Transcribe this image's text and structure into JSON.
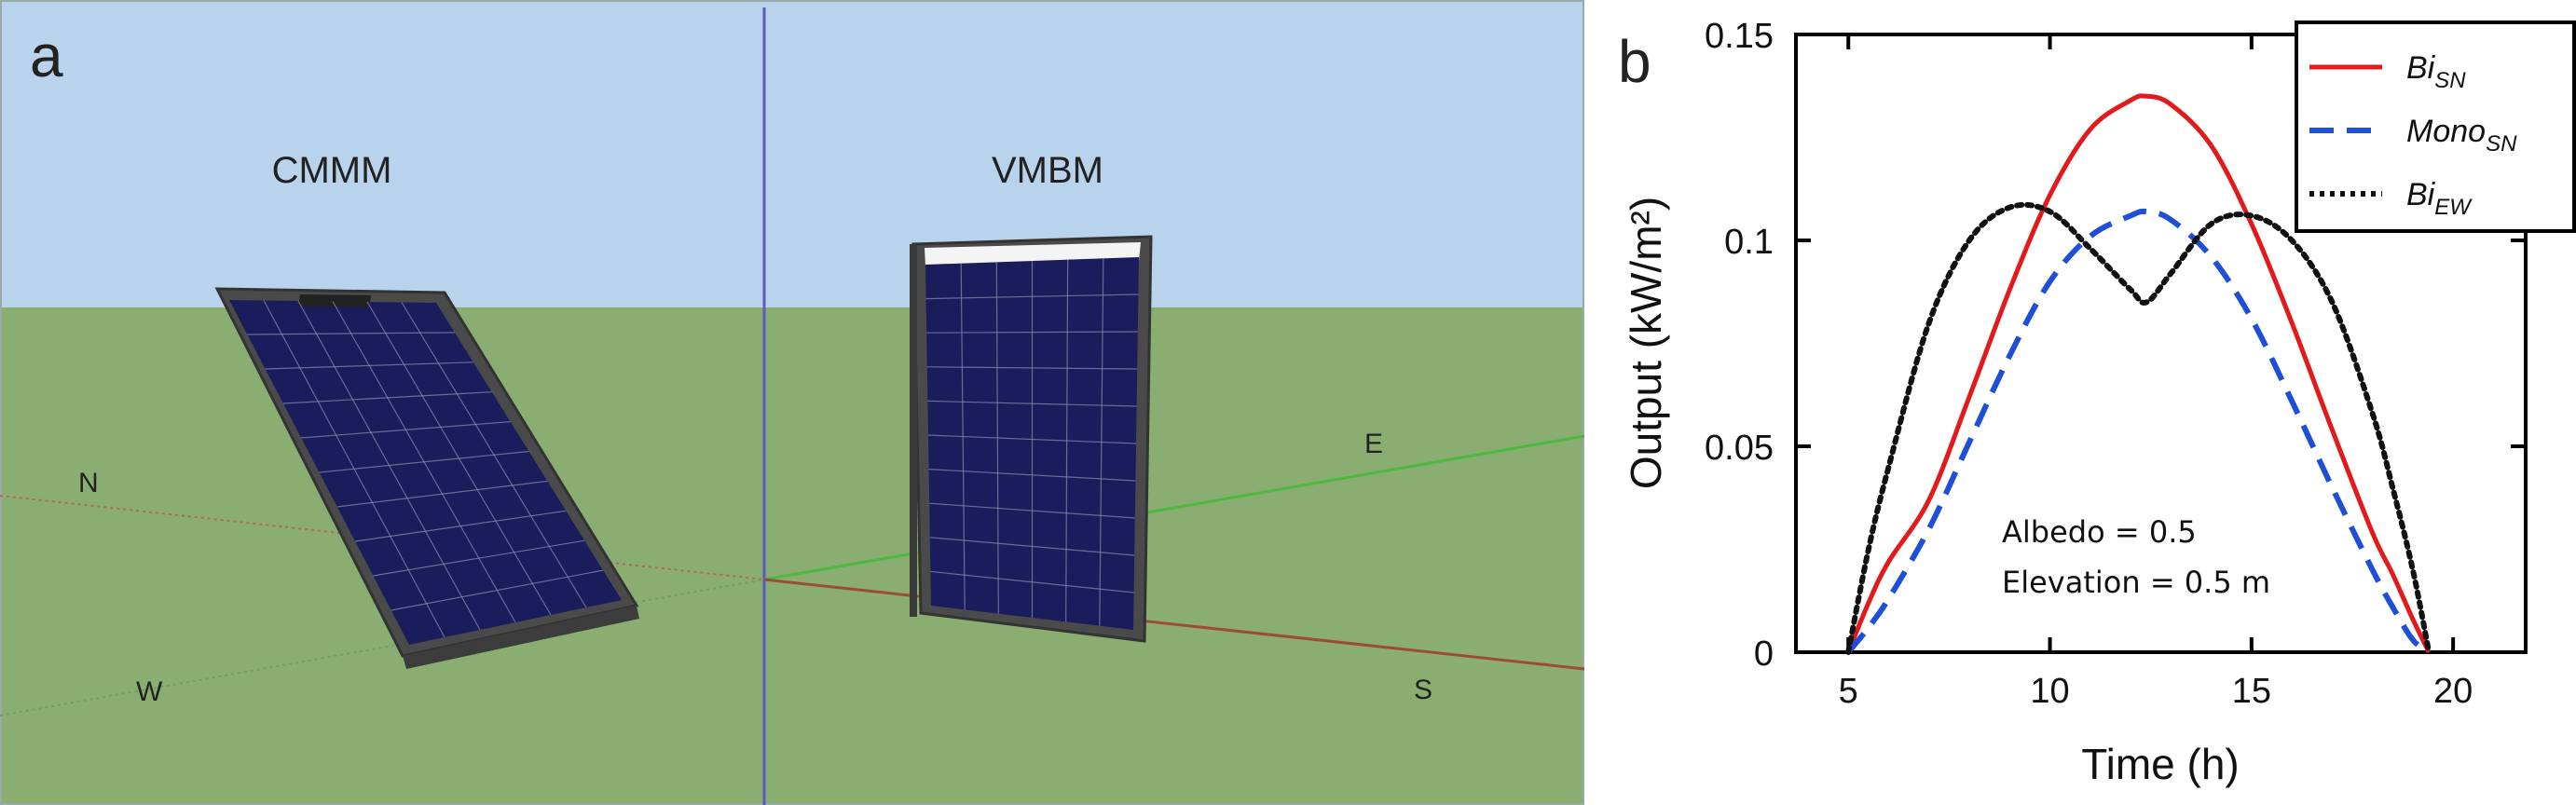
{
  "panel_a": {
    "label": "a",
    "left_title": "CMMM",
    "right_title": "VMBM",
    "compass": {
      "n": "N",
      "w": "W",
      "e": "E",
      "s": "S"
    },
    "colors": {
      "sky": "#b9d3ec",
      "ground": "#8aad72",
      "panel_cells": "#1a1c5c",
      "frame": "#5a5a5a"
    }
  },
  "panel_b": {
    "label": "b",
    "annotation_line1": "Albedo = 0.5",
    "annotation_line2": "Elevation = 0.5 m"
  },
  "chart_data": {
    "type": "line",
    "xlabel": "Time (h)",
    "ylabel": "Output (kW/m²)",
    "xlim": [
      3.7,
      21.8
    ],
    "ylim": [
      0,
      0.15
    ],
    "xticks": [
      5,
      10,
      15,
      20
    ],
    "yticks": [
      0,
      0.05,
      0.1,
      0.15
    ],
    "ytick_labels": [
      "0",
      "0.05",
      "0.1",
      "0.15"
    ],
    "legend_position": "top-right",
    "x": [
      5,
      5.5,
      6,
      7,
      8,
      9,
      10,
      11,
      12,
      12.4,
      13,
      14,
      15,
      16,
      17,
      18,
      18.5,
      19,
      19.4
    ],
    "series": [
      {
        "name": "Bi",
        "sub": "SN",
        "color": "#e31a1c",
        "dash": "solid",
        "values": [
          0,
          0.012,
          0.022,
          0.037,
          0.062,
          0.088,
          0.111,
          0.127,
          0.134,
          0.135,
          0.133,
          0.123,
          0.104,
          0.08,
          0.054,
          0.029,
          0.019,
          0.008,
          0
        ]
      },
      {
        "name": "Mono",
        "sub": "SN",
        "color": "#1f4fd8",
        "dash": "dashed",
        "values": [
          0,
          0.006,
          0.013,
          0.03,
          0.051,
          0.072,
          0.09,
          0.101,
          0.106,
          0.107,
          0.105,
          0.096,
          0.081,
          0.061,
          0.04,
          0.02,
          0.011,
          0.003,
          0
        ]
      },
      {
        "name": "Bi",
        "sub": "EW",
        "color": "#111111",
        "dash": "dotted",
        "values": [
          0,
          0.025,
          0.045,
          0.08,
          0.1,
          0.108,
          0.107,
          0.098,
          0.088,
          0.085,
          0.092,
          0.104,
          0.106,
          0.1,
          0.085,
          0.058,
          0.04,
          0.02,
          0
        ]
      }
    ]
  }
}
